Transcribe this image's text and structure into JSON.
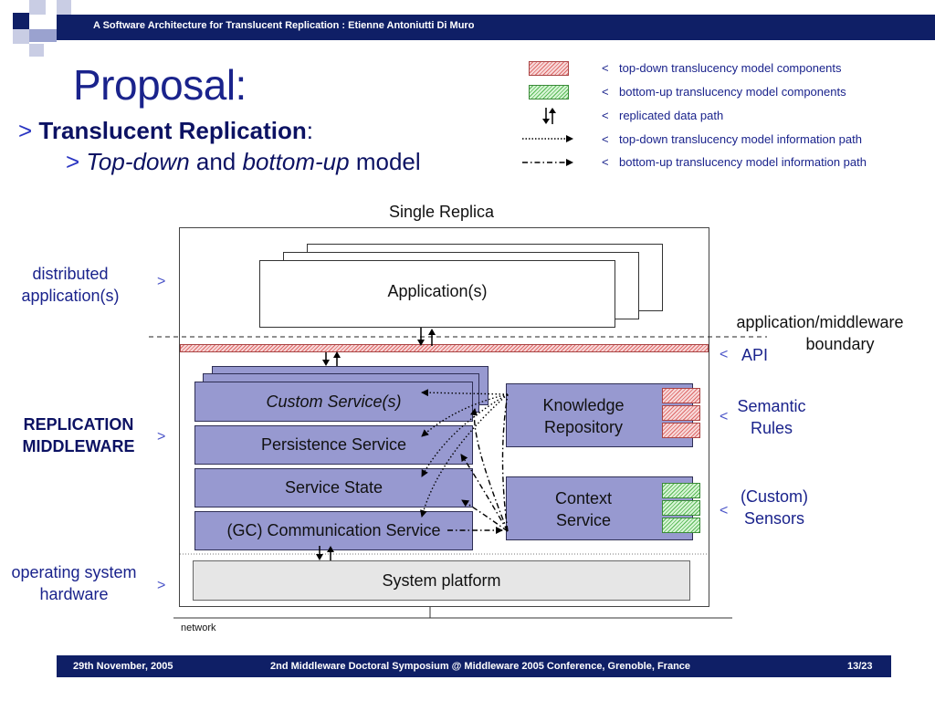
{
  "header": {
    "text": "A Software Architecture for Translucent Replication  :  Etienne Antoniutti Di Muro"
  },
  "title": "Proposal:",
  "bullets": {
    "l1_marker": ">",
    "l1_bold": "Translucent Replication",
    "l1_colon": ":",
    "l2_marker": ">",
    "l2_a": "Top-down",
    "l2_and": "and",
    "l2_b": "bottom-up",
    "l2_model": "model"
  },
  "legend": {
    "marker": "<",
    "items": [
      {
        "text": "top-down translucency model components"
      },
      {
        "text": "bottom-up translucency model components"
      },
      {
        "text": "replicated data path"
      },
      {
        "text": "top-down translucency model information path"
      },
      {
        "text": "bottom-up translucency model information path"
      }
    ]
  },
  "diagram": {
    "single_replica": "Single Replica",
    "application": "Application(s)",
    "custom_service": "Custom Service(s)",
    "persistence_service": "Persistence Service",
    "service_state": "Service State",
    "communication_service": "(GC) Communication Service",
    "knowledge_repository_1": "Knowledge",
    "knowledge_repository_2": "Repository",
    "context_service_1": "Context",
    "context_service_2": "Service",
    "system_platform": "System platform",
    "network": "network"
  },
  "left_labels": {
    "marker": ">",
    "distributed_1": "distributed",
    "distributed_2": "application(s)",
    "replication_1": "REPLICATION",
    "replication_2": "MIDDLEWARE",
    "os_1": "operating system",
    "os_2": "hardware"
  },
  "right_labels": {
    "marker": "<",
    "boundary_1": "application/middleware",
    "boundary_2": "boundary",
    "api": "API",
    "semantic_1": "Semantic",
    "semantic_2": "Rules",
    "sensors_1": "(Custom)",
    "sensors_2": "Sensors"
  },
  "footer": {
    "date": "29th November, 2005",
    "event": "2nd Middleware Doctoral Symposium @ Middleware 2005 Conference, Grenoble, France",
    "page": "13/23"
  },
  "colors": {
    "navy": "#0f1f66",
    "title_blue": "#1a238c",
    "service_fill": "#9799d0",
    "platform_fill": "#e6e6e6"
  }
}
